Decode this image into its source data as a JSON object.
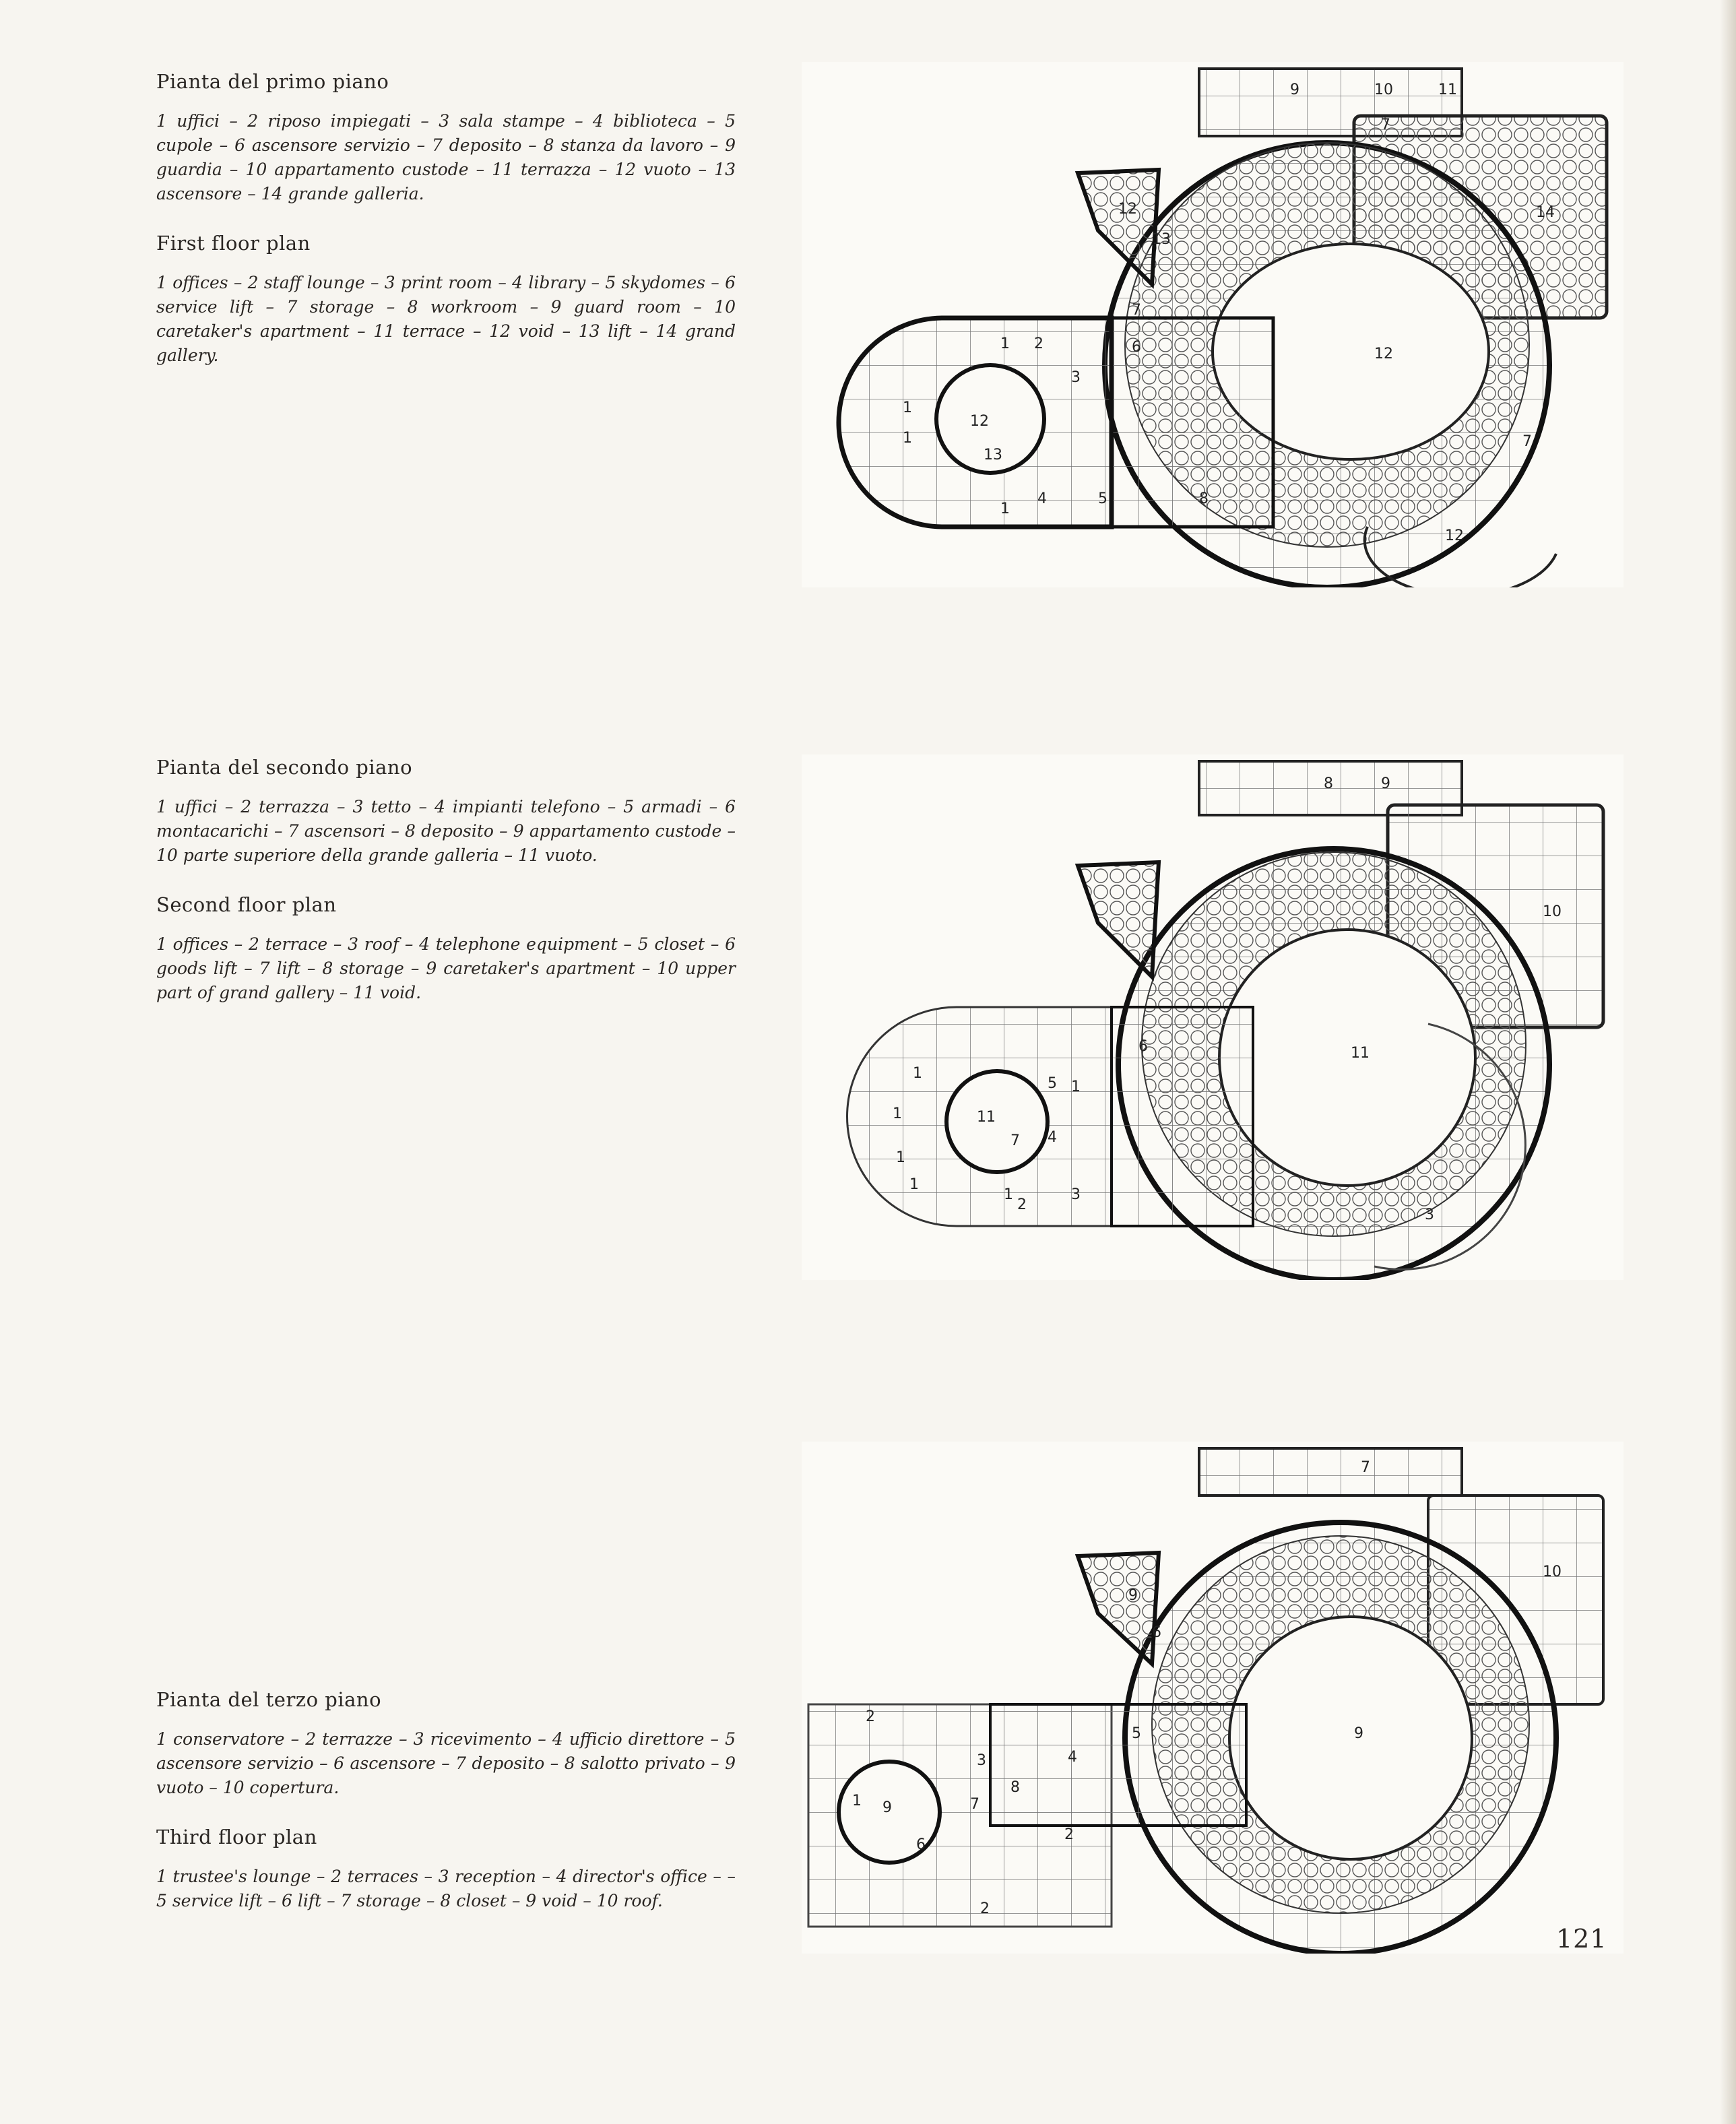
{
  "page_number": "121",
  "plans": [
    {
      "title_it": "Pianta del primo piano",
      "legend_it": "1 uffici – 2 riposo impiegati – 3 sala stampe – 4 biblioteca – 5 cupole – 6 ascensore servizio – 7 deposito – 8 stanza da lavoro – 9 guardia – 10 appartamento custode – 11 terrazza – 12 vuoto – 13 ascensore – 14 grande galleria.",
      "title_en": "First floor plan",
      "legend_en": "1 offices – 2 staff lounge – 3 print room – 4 library – 5 skydomes – 6 service lift – 7 storage – 8 workroom – 9 guard room – 10 caretaker's apartment – 11 terrace – 12 void – 13 lift – 14 grand gallery.",
      "room_labels": [
        "1",
        "2",
        "3",
        "4",
        "5",
        "6",
        "7",
        "8",
        "9",
        "10",
        "11",
        "12",
        "13",
        "14"
      ]
    },
    {
      "title_it": "Pianta del secondo piano",
      "legend_it": "1 uffici – 2 terrazza – 3 tetto – 4 impianti telefono – 5 armadi – 6 montacarichi – 7 ascensori – 8 deposito – 9 appartamento custode – 10 parte superiore della grande galleria – 11 vuoto.",
      "title_en": "Second floor plan",
      "legend_en": "1 offices – 2 terrace – 3 roof – 4 telephone equipment – 5 closet – 6 goods lift – 7 lift – 8 storage – 9 caretaker's apartment – 10 upper part of grand gallery – 11 void.",
      "room_labels": [
        "1",
        "2",
        "3",
        "4",
        "5",
        "6",
        "7",
        "8",
        "9",
        "10",
        "11"
      ]
    },
    {
      "title_it": "Pianta del terzo piano",
      "legend_it": "1 conservatore – 2 terrazze – 3 ricevimento – 4 ufficio direttore – 5 ascensore servizio – 6 ascensore – 7 deposito – 8 salotto privato – 9 vuoto – 10 copertura.",
      "title_en": "Third floor plan",
      "legend_en": "1 trustee's lounge – 2 terraces – 3 reception – 4 director's office – – 5 service lift – 6 lift – 7 storage – 8 closet – 9 void – 10 roof.",
      "room_labels": [
        "1",
        "2",
        "3",
        "4",
        "5",
        "6",
        "7",
        "8",
        "9",
        "10"
      ]
    }
  ]
}
